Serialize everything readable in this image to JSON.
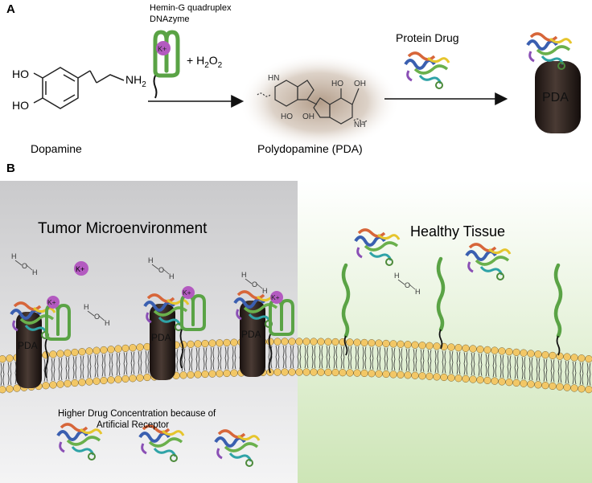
{
  "panel_a": {
    "label": "A",
    "dopamine": {
      "name": "Dopamine",
      "groups": {
        "oh_top": "HO",
        "oh_bottom": "HO",
        "amine": "NH",
        "amine_sub": "2"
      }
    },
    "dnazyme": {
      "label_line1": "Hemin-G quadruplex",
      "label_line2": "DNAzyme",
      "ion": "K+"
    },
    "oxidant": {
      "text": "+ H",
      "sub1": "2",
      "mid": "O",
      "sub2": "2"
    },
    "pda_structure": {
      "name": "Polydopamine (PDA)",
      "atoms": [
        "HN",
        "HO",
        "OH",
        "HO",
        "OH",
        "NH"
      ]
    },
    "protein_drug": {
      "label": "Protein Drug"
    },
    "pda_particle": {
      "label": "PDA"
    }
  },
  "panel_b": {
    "label": "B",
    "tumor": {
      "title": "Tumor Microenvironment",
      "note_line1": "Higher Drug Concentration because of",
      "note_line2": "Artificial Receptor",
      "pda_label": "PDA",
      "ion": "K+",
      "water_atoms": [
        "H",
        "O",
        "H"
      ]
    },
    "healthy": {
      "title": "Healthy Tissue"
    }
  },
  "colors": {
    "dna_green": "#5aa345",
    "potassium_purple": "#b35ac0",
    "pda_dark": "#2a201c",
    "lipid_head": "#f2c766",
    "tumor_bg_top": "#c9c9cb",
    "healthy_bg_bottom": "#cfe6b8"
  }
}
